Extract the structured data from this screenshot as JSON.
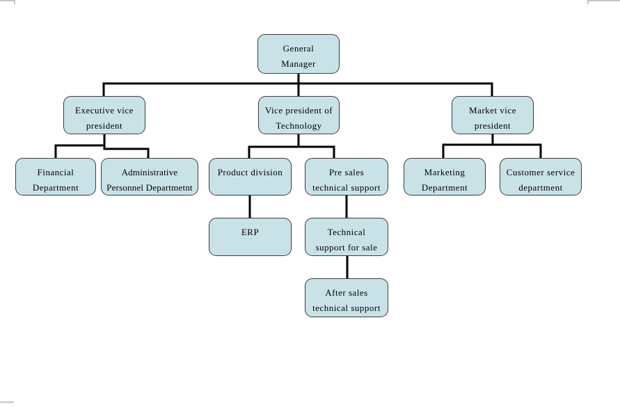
{
  "diagram": {
    "type": "org-chart",
    "colors": {
      "node_fill": "#c8e2e8",
      "node_border": "#3b3b3b",
      "connector": "#000000",
      "page_corner_mark": "#c4c4c4",
      "background": "#ffffff"
    },
    "nodes": [
      {
        "id": "general-manager",
        "label": "General Manager",
        "lines": [
          "General",
          "Manager"
        ]
      },
      {
        "id": "executive-vice-president",
        "label": "Executive vice president",
        "lines": [
          "Executive vice",
          "president"
        ]
      },
      {
        "id": "vice-president-of-technology",
        "label": "Vice president of Technology",
        "lines": [
          "Vice president of",
          "Technology"
        ]
      },
      {
        "id": "market-vice-president",
        "label": "Market vice president",
        "lines": [
          "Market vice",
          "president"
        ]
      },
      {
        "id": "financial-department",
        "label": "Financial Department",
        "lines": [
          "Financial",
          "Department"
        ]
      },
      {
        "id": "administrative-personnel-department",
        "label": "Administrative Personnel Departmetnt",
        "lines": [
          "Administrative",
          "Personnel Departmetnt"
        ]
      },
      {
        "id": "product-division",
        "label": "Product division",
        "lines": [
          "Product division"
        ]
      },
      {
        "id": "pre-sales-technical-support",
        "label": "Pre sales technical support",
        "lines": [
          "Pre sales",
          "technical support"
        ]
      },
      {
        "id": "marketing-department",
        "label": "Marketing Department",
        "lines": [
          "Marketing",
          "Department"
        ]
      },
      {
        "id": "customer-service-department",
        "label": "Customer service department",
        "lines": [
          "Customer service",
          "department"
        ]
      },
      {
        "id": "erp",
        "label": "ERP",
        "lines": [
          "ERP"
        ]
      },
      {
        "id": "technical-support-for-sale",
        "label": "Technical support for sale",
        "lines": [
          "Technical",
          "support for sale"
        ]
      },
      {
        "id": "after-sales-technical-support",
        "label": "After sales technical support",
        "lines": [
          "After sales",
          "technical support"
        ]
      }
    ],
    "edges": [
      {
        "from": "general-manager",
        "to": "executive-vice-president"
      },
      {
        "from": "general-manager",
        "to": "vice-president-of-technology"
      },
      {
        "from": "general-manager",
        "to": "market-vice-president"
      },
      {
        "from": "executive-vice-president",
        "to": "financial-department"
      },
      {
        "from": "executive-vice-president",
        "to": "administrative-personnel-department"
      },
      {
        "from": "vice-president-of-technology",
        "to": "product-division"
      },
      {
        "from": "vice-president-of-technology",
        "to": "pre-sales-technical-support"
      },
      {
        "from": "market-vice-president",
        "to": "marketing-department"
      },
      {
        "from": "market-vice-president",
        "to": "customer-service-department"
      },
      {
        "from": "product-division",
        "to": "erp"
      },
      {
        "from": "pre-sales-technical-support",
        "to": "technical-support-for-sale"
      },
      {
        "from": "technical-support-for-sale",
        "to": "after-sales-technical-support"
      }
    ]
  }
}
